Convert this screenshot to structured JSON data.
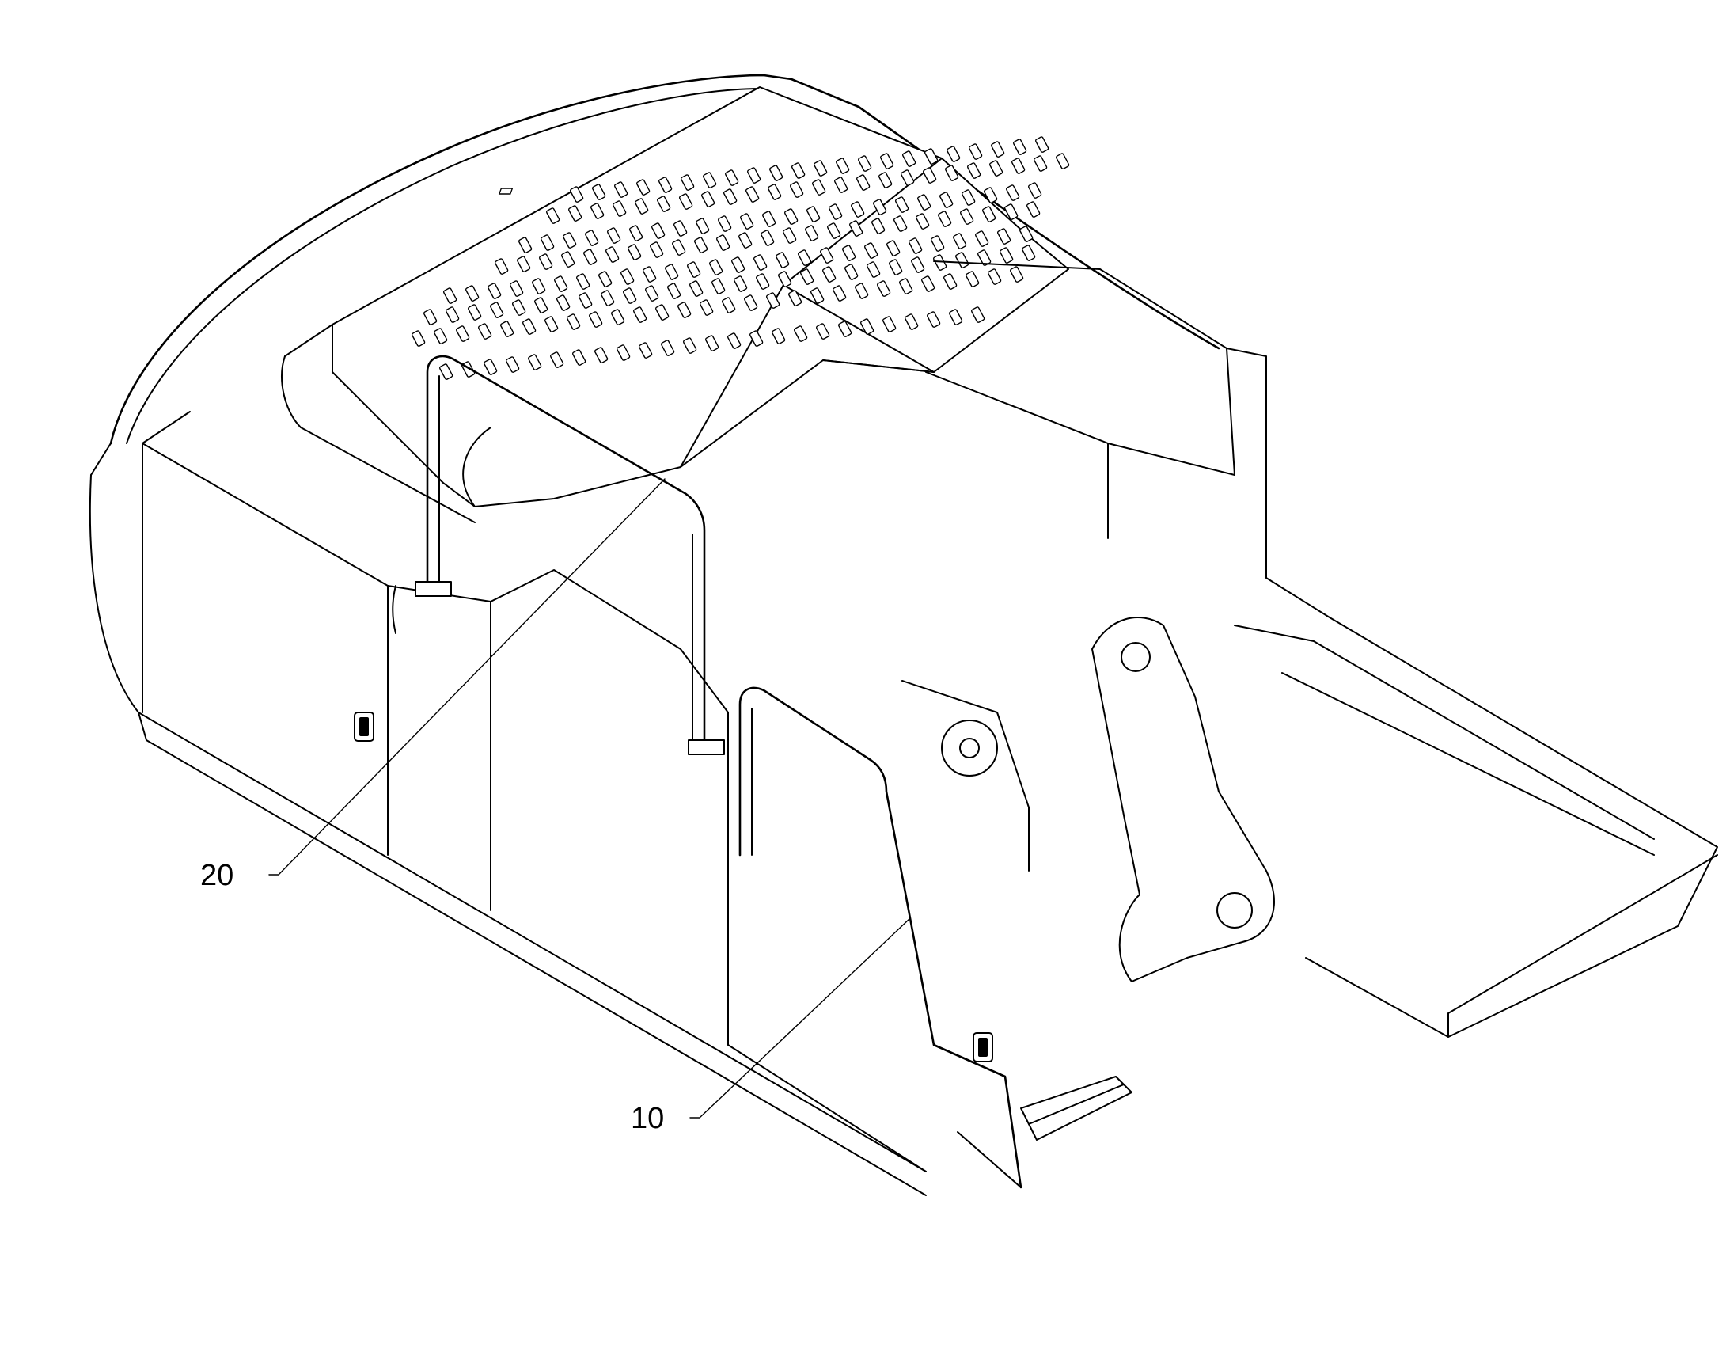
{
  "callouts": [
    {
      "id": "20",
      "label": "20"
    },
    {
      "id": "10",
      "label": "10"
    }
  ],
  "colors": {
    "line": "#000000",
    "background": "#ffffff"
  }
}
